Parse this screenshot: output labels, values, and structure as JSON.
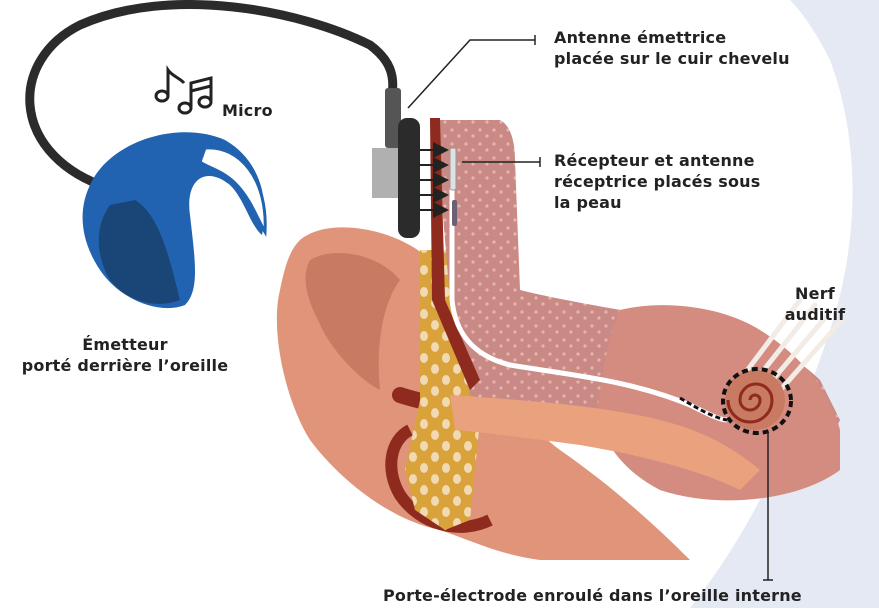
{
  "labels": {
    "micro": "Micro",
    "antenna_line1": "Antenne émettrice",
    "antenna_line2": "placée sur le cuir chevelu",
    "receiver_line1": "Récepteur et antenne",
    "receiver_line2": "réceptrice placés sous",
    "receiver_line3": "la peau",
    "nerve_line1": "Nerf",
    "nerve_line2": "auditif",
    "emitter_line1": "Émetteur",
    "emitter_line2": "porté derrière l’oreille",
    "electrode": "Porte-électrode enroulé dans l’oreille interne"
  },
  "colors": {
    "processor_blue": "#2163b0",
    "processor_dark": "#1a4677",
    "skin": "#e0957a",
    "skin_dark": "#b95a48",
    "bone": "#d9a23a",
    "inner_tissue": "#c98a86",
    "cable": "#2b2b2b",
    "background_blob": "#e5e9f3"
  }
}
